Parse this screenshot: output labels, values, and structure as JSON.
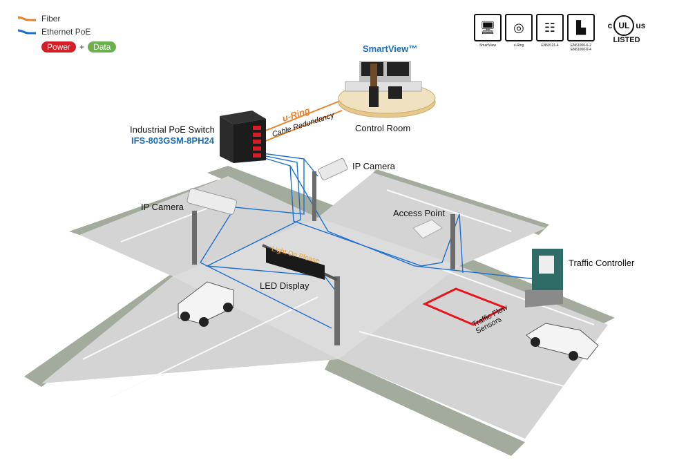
{
  "legend": {
    "fiber": "Fiber",
    "ethernet_poe": "Ethernet PoE",
    "power": "Power",
    "plus": "+",
    "data": "Data"
  },
  "badges": [
    {
      "icon": "monitor-icon",
      "label": "SmartView"
    },
    {
      "icon": "u-ring-icon",
      "label": "u-Ring"
    },
    {
      "icon": "railway-icon",
      "label": "EN50121-4"
    },
    {
      "icon": "factory-icon",
      "label": "EN61000-6-2\nEN61000-6-4"
    }
  ],
  "certification": {
    "c": "c",
    "ul": "UL",
    "us": "us",
    "listed": "LISTED"
  },
  "labels": {
    "smartview": "SmartView™",
    "control_room": "Control Room",
    "switch_title": "Industrial PoE Switch",
    "switch_model": "IFS-803GSM-8PH24",
    "uring": "u-Ring",
    "cable_redundancy": "Cable Redundancy",
    "ip_camera_top": "IP Camera",
    "ip_camera_left": "IP Camera",
    "access_point": "Access Point",
    "traffic_controller": "Traffic Controller",
    "led_display": "LED Display",
    "led_message": "Light On Please",
    "traffic_flow_sensors": "Traffic Flow\nSensors"
  },
  "colors": {
    "fiber": "#e8822a",
    "ethernet": "#1a6fd0",
    "power": "#d41f26",
    "data": "#6ab04c",
    "road": "#d9d9d9",
    "grass": "#a3ab9c",
    "sidewalk": "#c9c9c9",
    "sensor": "#e8141b"
  }
}
